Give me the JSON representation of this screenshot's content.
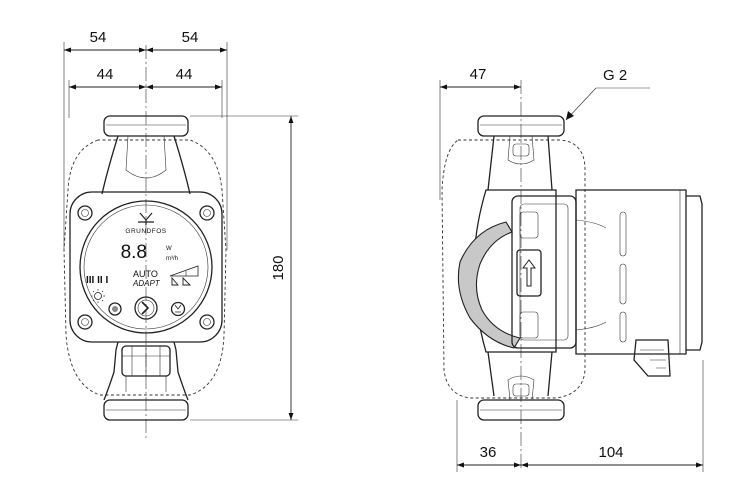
{
  "front_view": {
    "dims": {
      "d1": "54",
      "d2": "54",
      "d3": "44",
      "d4": "44",
      "height": "180"
    },
    "brand": "GRUNDFOS",
    "display": {
      "digits": "8.8",
      "unit_w": "W",
      "unit_flow": "m³/h"
    },
    "mode_text": {
      "line1": "AUTO",
      "line2": "ADAPT"
    },
    "bars": "III  II  I"
  },
  "side_view": {
    "dims": {
      "top": "47",
      "bottom_left": "36",
      "bottom_right": "104"
    },
    "thread_label": "G 2"
  }
}
